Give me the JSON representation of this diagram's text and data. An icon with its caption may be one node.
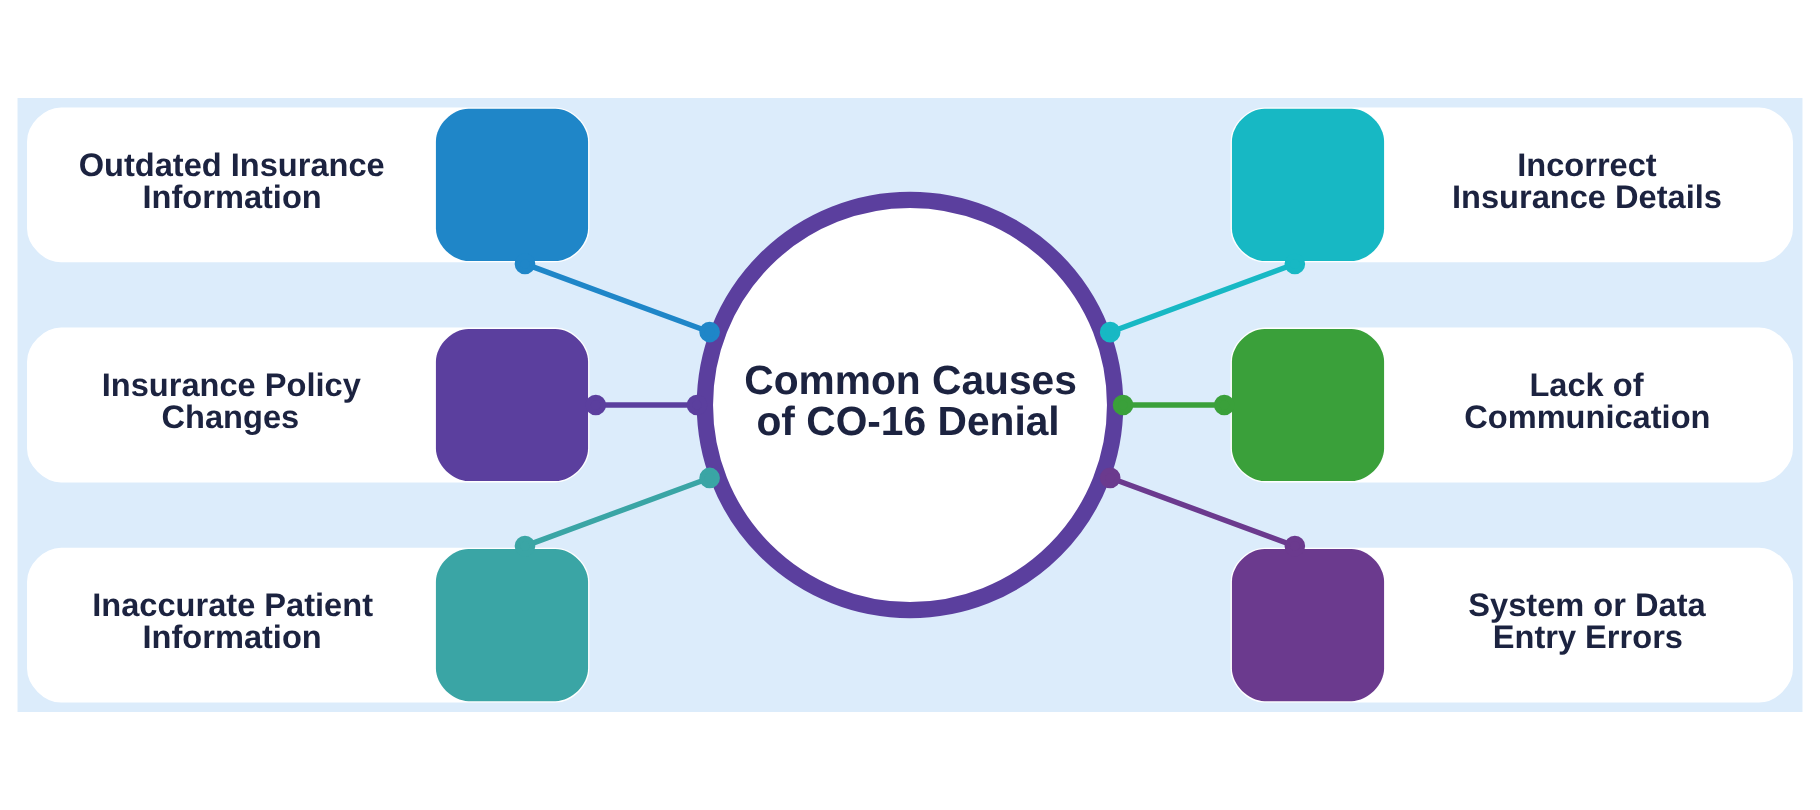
{
  "diagram": {
    "nodes": [
      {
        "text": [
          "Common Causes of CO-16 Denial"
        ]
      },
      {
        "text": [
          "Outdated Insurance Information"
        ]
      },
      {
        "text": [
          "Incorrect Insurance Details"
        ]
      },
      {
        "text": [
          "Insurance Policy Changes"
        ]
      },
      {
        "text": [
          "Lack of Communication"
        ]
      },
      {
        "text": [
          "Inaccurate Patient Information"
        ]
      },
      {
        "text": [
          "System or Data Entry Errors"
        ]
      }
    ],
    "edges": [
      {
        "from": 1,
        "to": 0,
        "arrow": "other",
        "color": "#1f86c8"
      },
      {
        "from": 0,
        "to": 2,
        "arrow": "other",
        "color": "#17b8c4"
      },
      {
        "from": 3,
        "to": 0,
        "arrow": "other",
        "color": "#5b3f9e"
      },
      {
        "from": 0,
        "to": 4,
        "arrow": "other",
        "color": "#3aa03a"
      },
      {
        "from": 5,
        "to": 0,
        "arrow": "other",
        "color": "#3aa5a5"
      },
      {
        "from": 0,
        "to": 6,
        "arrow": "other",
        "color": "#6b3a8e"
      }
    ]
  }
}
